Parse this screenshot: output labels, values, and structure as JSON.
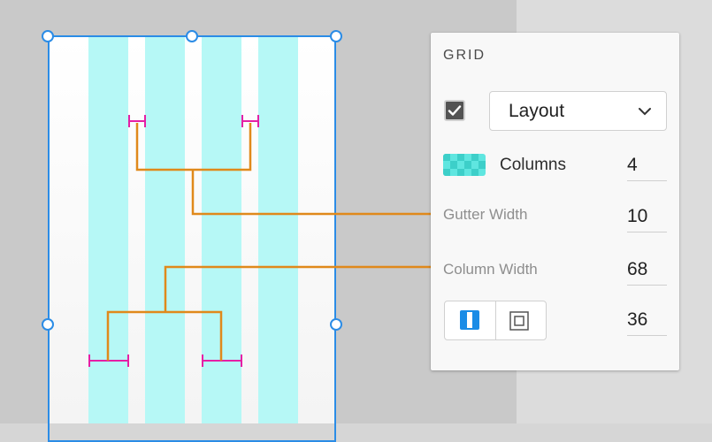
{
  "panel": {
    "title": "GRID",
    "grid_enabled": true,
    "grid_type_select": "Layout",
    "columns_label": "Columns",
    "columns_value": "4",
    "gutter_label": "Gutter Width",
    "gutter_value": "10",
    "column_width_label": "Column Width",
    "column_width_value": "68",
    "margin_value": "36",
    "margin_mode": "linked"
  },
  "colors": {
    "accent": "#2b8ce6",
    "column_fill": "#b6f8f6",
    "leader_line": "#e0891b",
    "measure_marker": "#e51fa5",
    "swatch": "#5fe6e0"
  },
  "icons": {
    "checkbox": "checkmark-icon",
    "select": "chevron-down-icon",
    "columns": "columns-swatch-icon",
    "margin_linked": "linked-margins-icon",
    "margin_all": "all-margins-icon"
  }
}
